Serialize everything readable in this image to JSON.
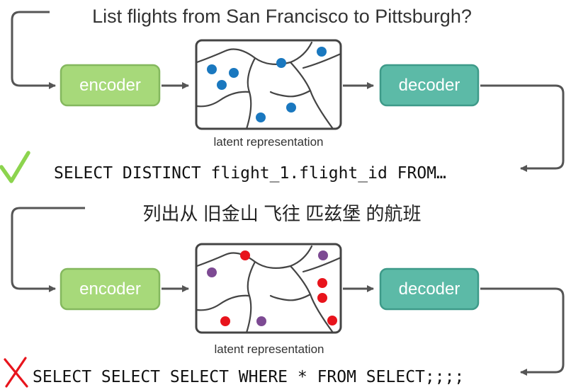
{
  "top": {
    "question": "List flights from San Francisco to Pittsburgh?",
    "encoder_label": "encoder",
    "decoder_label": "decoder",
    "latent_label": "latent representation",
    "output": "SELECT DISTINCT flight_1.flight_id FROM…",
    "status_icon": "checkmark-icon",
    "point_color": "#1a78bf"
  },
  "bottom": {
    "question": "列出从 旧金山 飞往 匹兹堡 的航班",
    "encoder_label": "encoder",
    "decoder_label": "decoder",
    "latent_label": "latent representation",
    "output": "SELECT SELECT SELECT WHERE * FROM SELECT;;;;",
    "status_icon": "cross-icon",
    "point_colors": [
      "#e8141c",
      "#7d4a93"
    ]
  },
  "colors": {
    "encoder_fill": "#a7d97a",
    "encoder_stroke": "#84b85e",
    "decoder_fill": "#5cbaa7",
    "decoder_stroke": "#3e9a89",
    "arrow": "#555555",
    "check": "#8cd44e",
    "cross": "#e8141c"
  }
}
